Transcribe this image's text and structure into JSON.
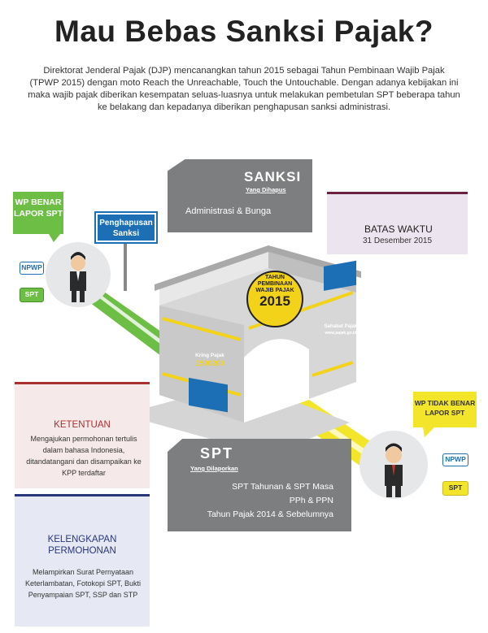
{
  "title": "Mau Bebas Sanksi Pajak?",
  "intro": "Direktorat Jenderal Pajak (DJP) mencanangkan tahun 2015 sebagai Tahun Pembinaan Wajib Pajak (TPWP 2015) dengan moto Reach the Unreachable, Touch the Untouchable. Dengan adanya kebijakan ini maka wajib pajak diberikan kesempatan seluas-luasnya untuk melakukan pembetulan SPT beberapa tahun ke belakang dan kepadanya diberikan penghapusan sanksi administrasi.",
  "wp_benar": "WP BENAR LAPOR SPT",
  "wp_tidak_benar": "WP TIDAK BENAR LAPOR SPT",
  "tag_npwp": "NPWP",
  "tag_spt": "SPT",
  "sign": "Penghapusan Sanksi",
  "sanksi": {
    "heading": "SANKSI",
    "sub": "Yang Dihapus",
    "body": "Administrasi & Bunga"
  },
  "batas": {
    "heading": "BATAS WAKTU",
    "date": "31 Desember 2015"
  },
  "spt": {
    "heading": "SPT",
    "sub": "Yang Dilaporkan",
    "line1": "SPT Tahunan & SPT Masa",
    "line2": "PPh & PPN",
    "line3": "Tahun Pajak 2014 & Sebelumnya"
  },
  "ketentuan": {
    "heading": "KETENTUAN",
    "body": "Mengajukan permohonan tertulis dalam bahasa Indonesia, ditandatangani dan disampaikan ke KPP terdaftar"
  },
  "kelengkapan": {
    "heading": "KELENGKAPAN PERMOHONAN",
    "body": "Melampirkan Surat Pernyataan Keterlambatan, Fotokopi SPT, Bukti Penyampaian SPT, SSP dan STP"
  },
  "gate": {
    "seal_line1": "TAHUN",
    "seal_line2": "PEMBINAAN",
    "seal_line3": "WAJIB PAJAK",
    "seal_year": "2015",
    "kring_label": "Kring Pajak",
    "kring_number": "1500200",
    "site_label": "Sahabat Pajak",
    "site_url": "www.pajak.go.id"
  },
  "colors": {
    "green": "#6dbe45",
    "yellow": "#f3e62a",
    "grey": "#7d7e80",
    "blue": "#1d6fb5",
    "maroon": "#6b2142",
    "red": "#a8312f",
    "navy": "#27357a"
  }
}
